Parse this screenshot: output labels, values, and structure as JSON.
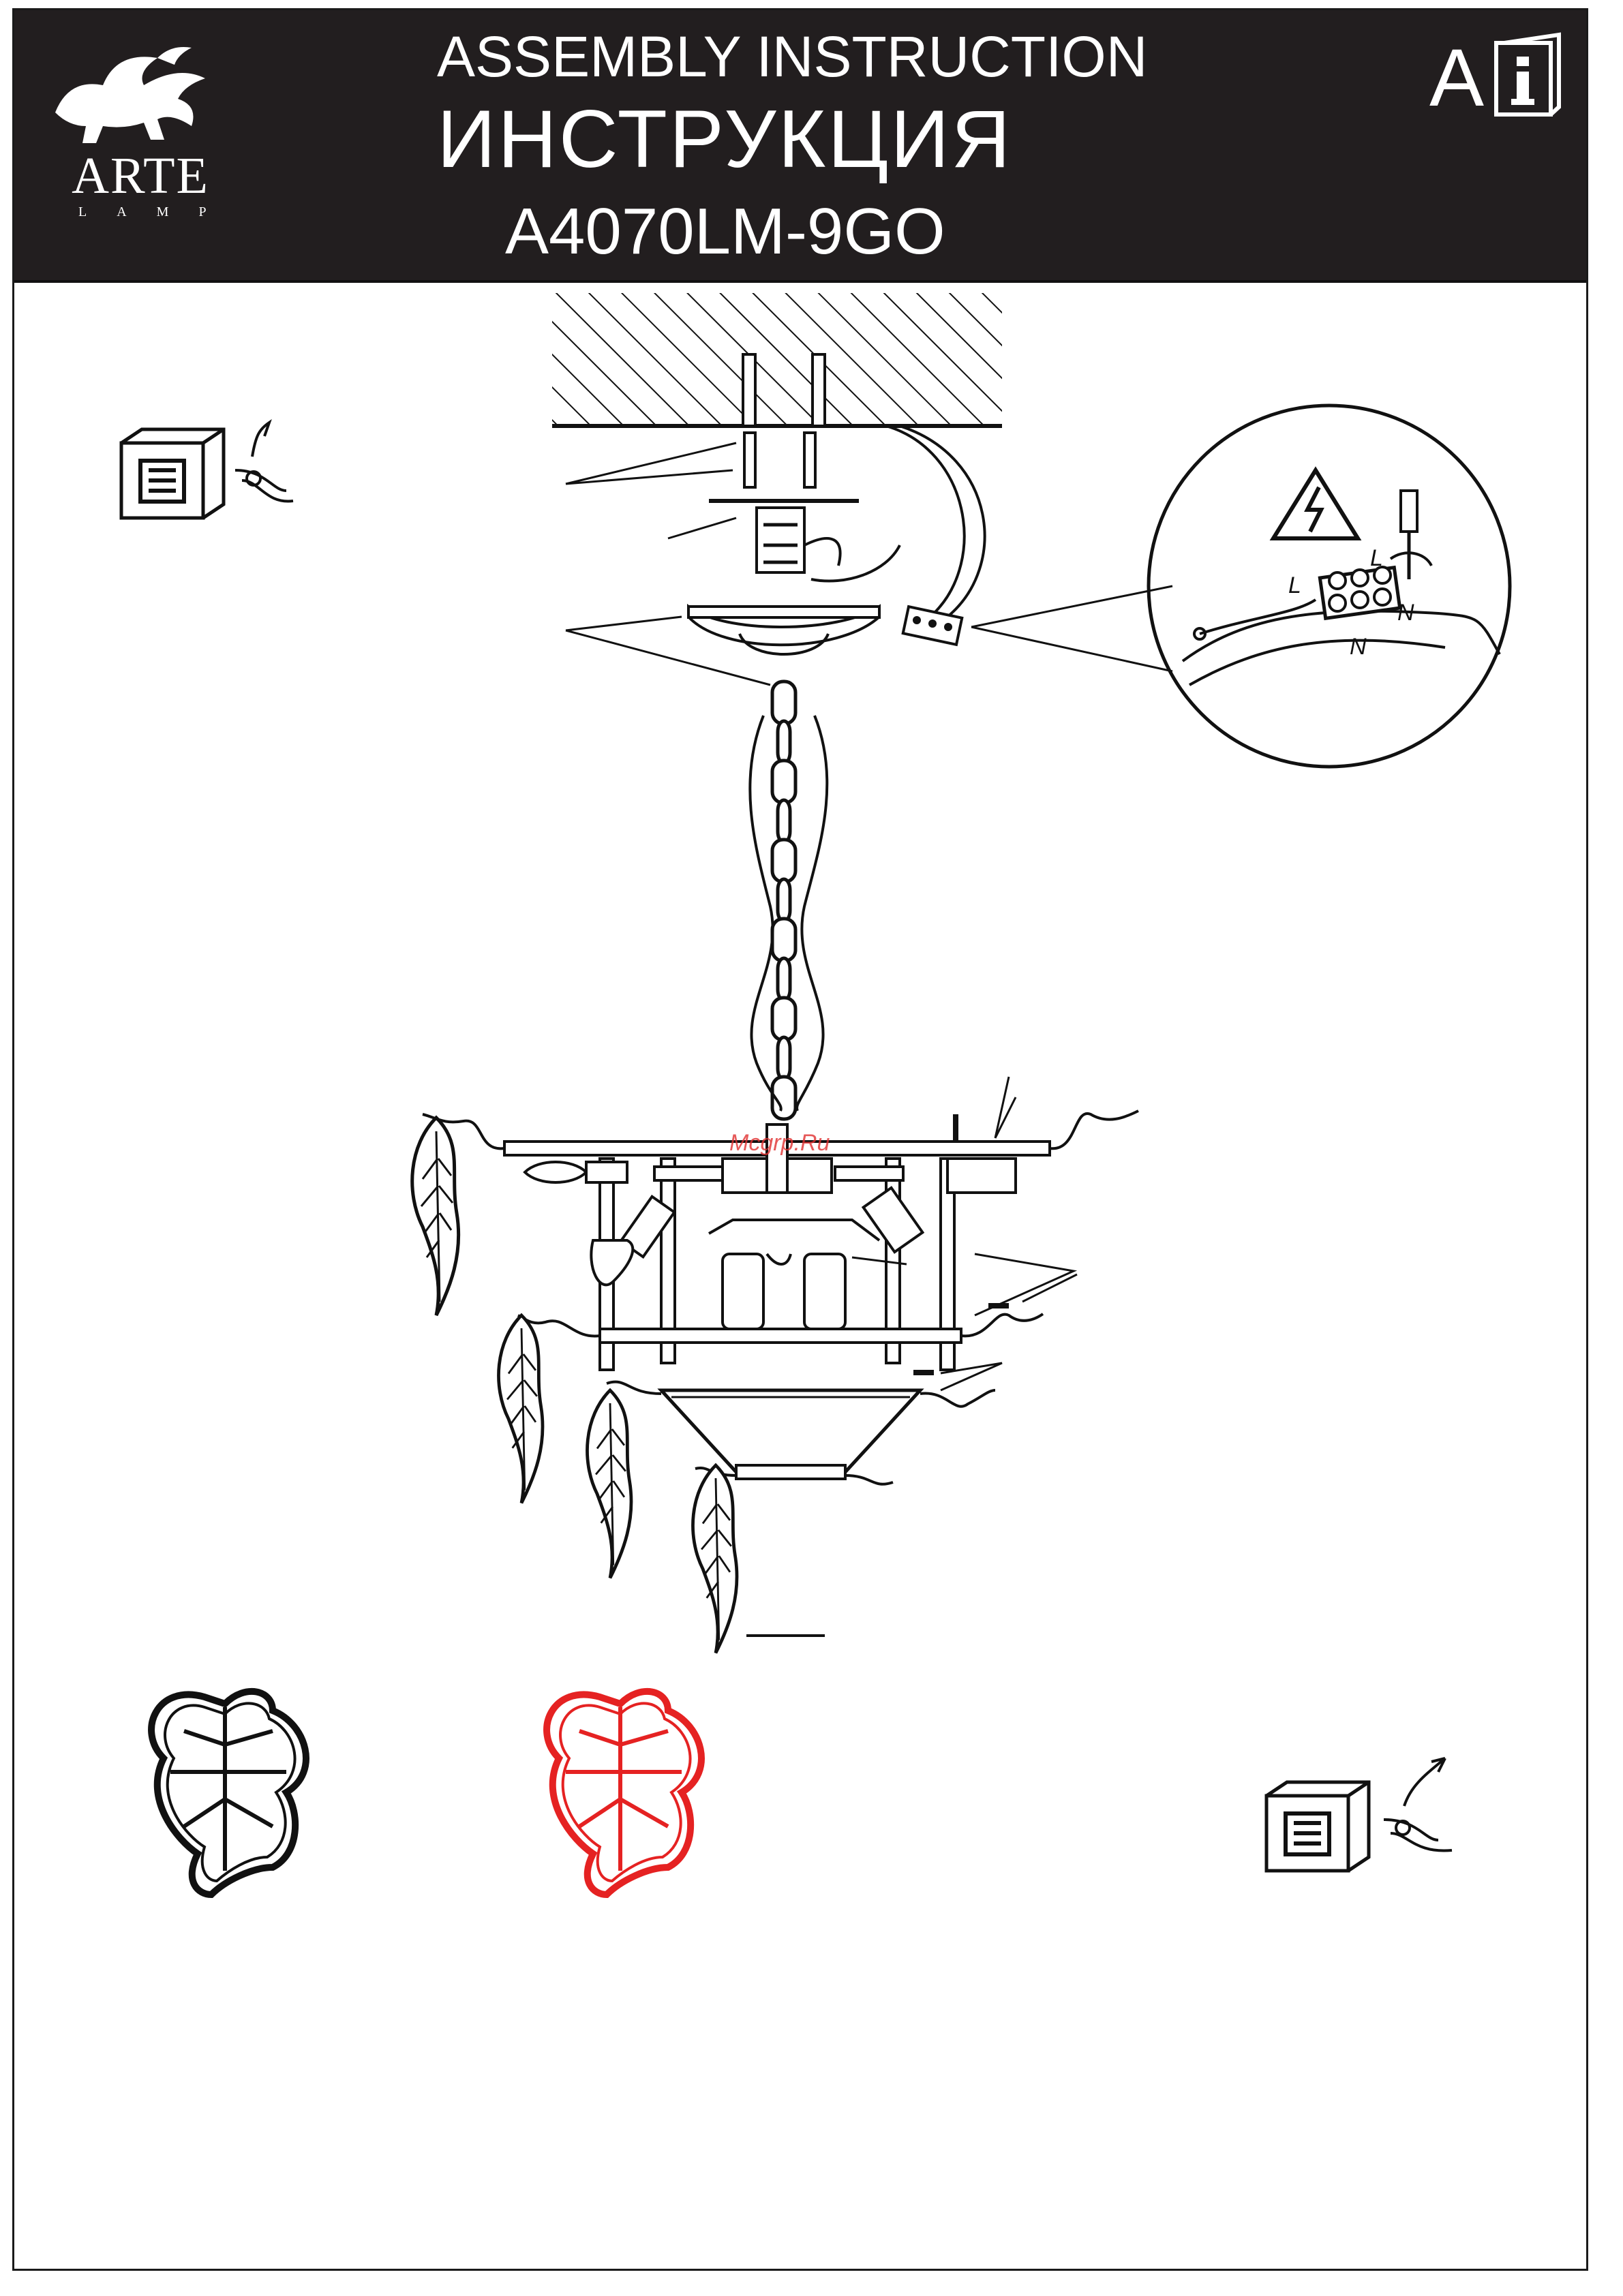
{
  "header": {
    "title_en": "ASSEMBLY  INSTRUCTION",
    "title_ru": "ИНСТРУКЦИЯ",
    "model": "A4070LM-9GO",
    "language": "A"
  },
  "brand": {
    "name": "ARTE",
    "sub": "LAMP"
  },
  "wiring": {
    "label_l": "L",
    "label_n": "N"
  },
  "watermark": "Mcgrp.Ru",
  "colors": {
    "header_bg": "#221e1f",
    "highlight": "#e52222"
  },
  "icons": [
    "info-book-icon",
    "power-off-icon",
    "power-on-icon",
    "warning-high-voltage-icon",
    "screwdriver-icon"
  ]
}
